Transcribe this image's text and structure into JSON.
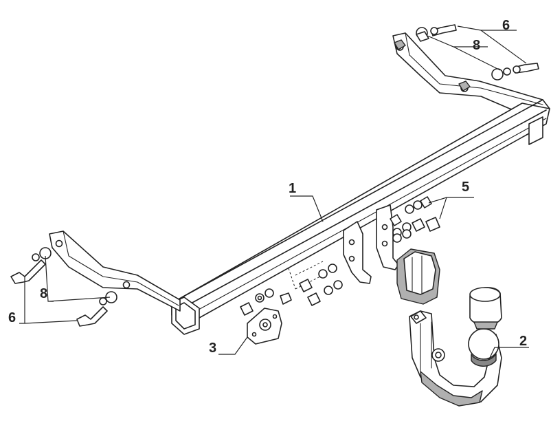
{
  "callouts": {
    "c1": "1",
    "c2": "2",
    "c3": "3",
    "c5": "5",
    "c6_top": "6",
    "c8_top": "8",
    "c6_left": "6",
    "c8_left": "8"
  }
}
